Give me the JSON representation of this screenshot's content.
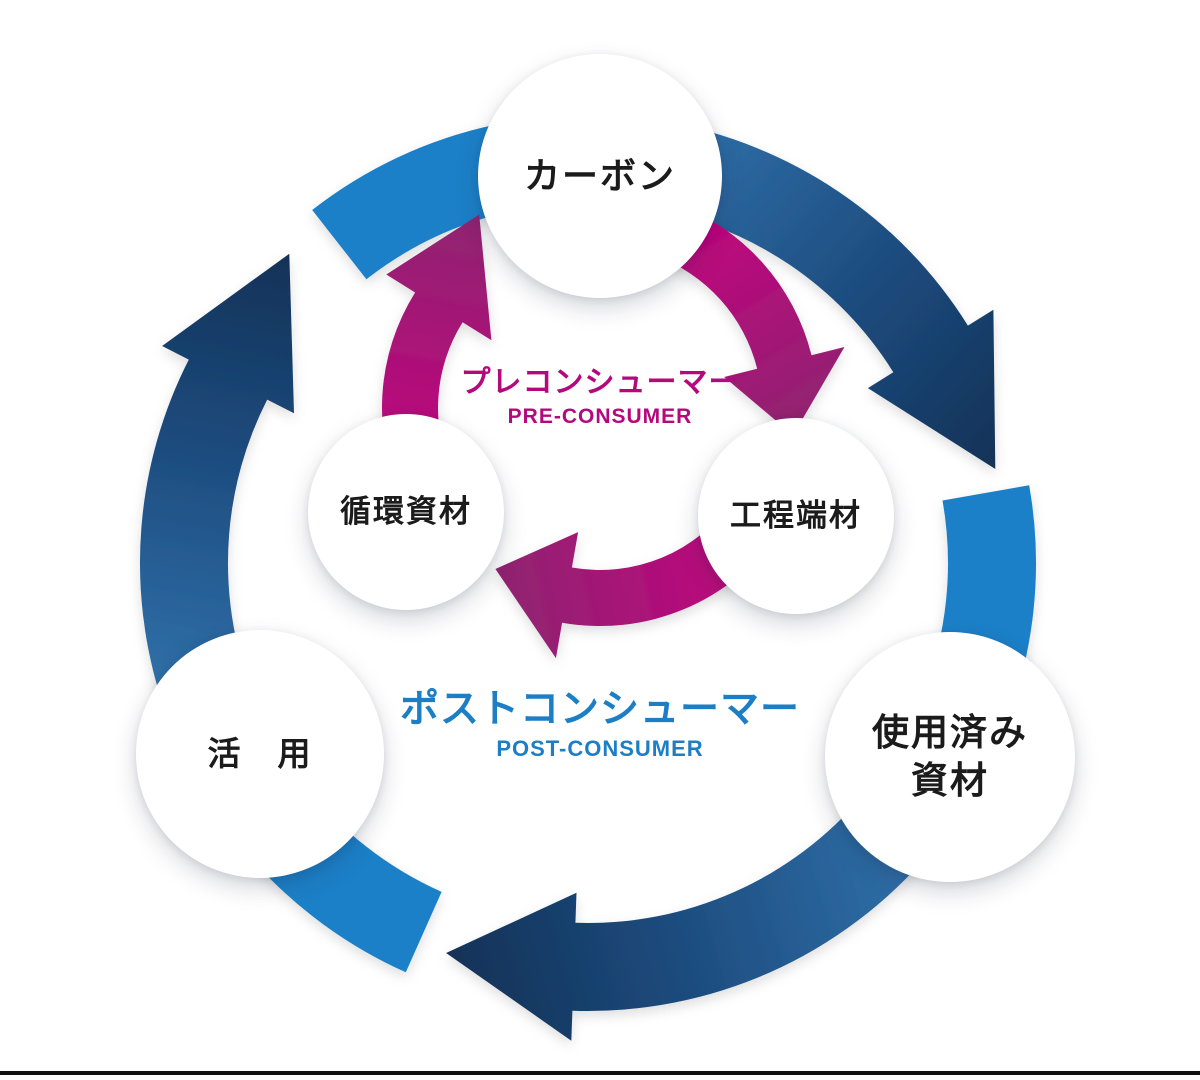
{
  "diagram": {
    "nodes": [
      {
        "id": "carbon",
        "label": "カーボン"
      },
      {
        "id": "recycled-material",
        "label": "循環資材"
      },
      {
        "id": "process-scrap",
        "label": "工程端材"
      },
      {
        "id": "utilization",
        "label": "活　用"
      },
      {
        "id": "used-material",
        "label": "使用済み\n資材"
      }
    ],
    "pre_consumer": {
      "label_jp": "プレコンシューマー",
      "label_en": "PRE-CONSUMER"
    },
    "post_consumer": {
      "label_jp": "ポストコンシューマー",
      "label_en": "POST-CONSUMER"
    },
    "colors": {
      "magenta_start": "#c4017f",
      "magenta_end": "#8f2570",
      "navy_start": "#2f6fa8",
      "navy_mid": "#1c4a7c",
      "navy_end": "#133257",
      "light_blue": "#1c80c8",
      "pre_text": "#b4087d",
      "post_text": "#1c7fc5",
      "node_text": "#1b1b1b",
      "bottom_rule": "#111111"
    }
  }
}
